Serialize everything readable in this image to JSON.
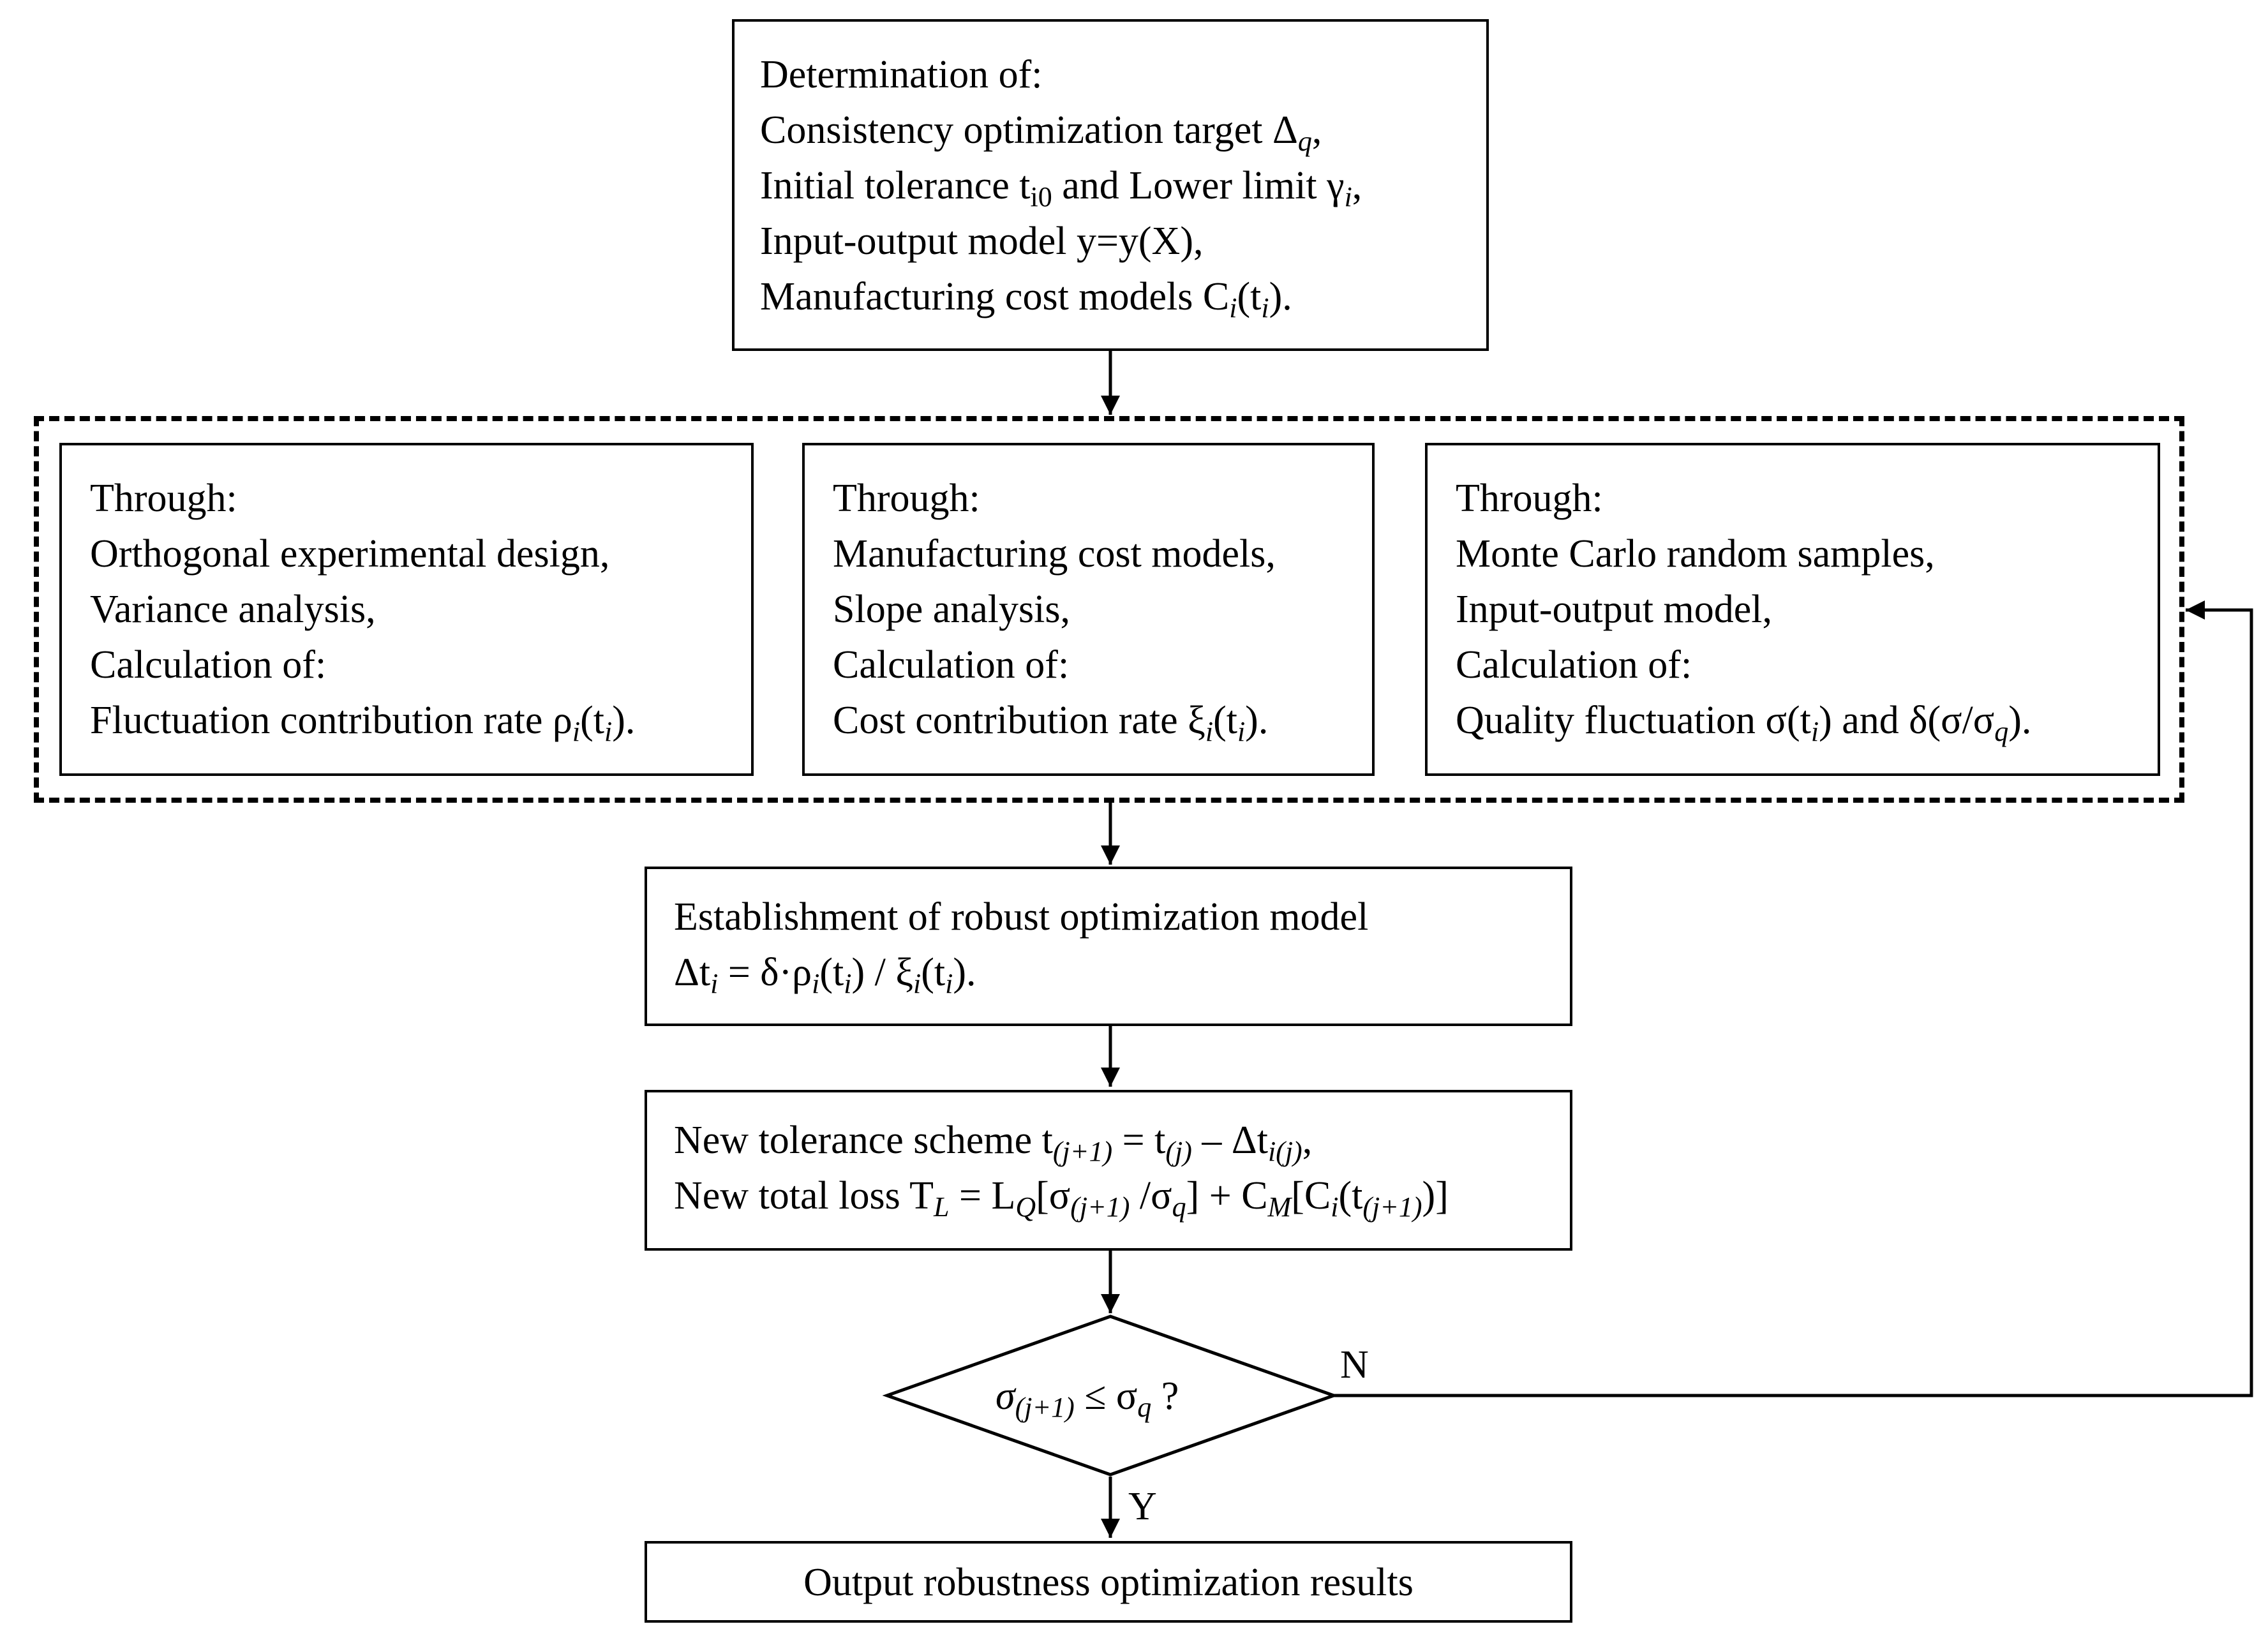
{
  "top_box": {
    "heading": "Determination of:",
    "line1": "Consistency optimization target Δ",
    "line1_sub": "q",
    "line1_end": ",",
    "line2": "Initial tolerance t",
    "line2_sub": "i0",
    "line2_mid": " and Lower limit γ",
    "line2_sub2": "i",
    "line2_end": ",",
    "line3": "Input-output model y=y(X),",
    "line4": "Manufacturing cost models C",
    "line4_sub": "i",
    "line4_mid": "(t",
    "line4_sub2": "i",
    "line4_end": ")."
  },
  "left_box": {
    "heading": "Through:",
    "line1": "Orthogonal experimental design,",
    "line2": "Variance analysis,",
    "line3": "Calculation of:",
    "line4": "Fluctuation contribution rate ρ",
    "line4_sub": "i",
    "line4_mid": "(t",
    "line4_sub2": "i",
    "line4_end": ")."
  },
  "middle_box": {
    "heading": "Through:",
    "line1": "Manufacturing cost models,",
    "line2": "Slope analysis,",
    "line3": "Calculation of:",
    "line4": "Cost contribution rate ξ",
    "line4_sub": "i",
    "line4_mid": "(t",
    "line4_sub2": "i",
    "line4_end": ")."
  },
  "right_box": {
    "heading": "Through:",
    "line1": "Monte Carlo random samples,",
    "line2": "Input-output model,",
    "line3": "Calculation of:",
    "line4": "Quality fluctuation σ(t",
    "line4_sub": "i",
    "line4_mid": ") and δ(σ/σ",
    "line4_sub2": "q",
    "line4_end": ")."
  },
  "establish_box": {
    "line1": "Establishment of robust optimization model",
    "line2a": "Δt",
    "line2a_sub": "i",
    "line2b": " = δ·ρ",
    "line2b_sub": "i",
    "line2c": "(t",
    "line2c_sub": "i",
    "line2d": ") / ξ",
    "line2d_sub": "i",
    "line2e": "(t",
    "line2e_sub": "i",
    "line2f": ")."
  },
  "new_box": {
    "line1a": "New tolerance scheme t",
    "line1a_sub": "(j+1)",
    "line1b": " = t",
    "line1b_sub": "(j)",
    "line1c": " – Δt",
    "line1c_sub": "i(j)",
    "line1d": ",",
    "line2a": "New total loss T",
    "line2a_sub": "L",
    "line2b": " = L",
    "line2b_sub": "Q",
    "line2c": "[σ",
    "line2c_sub": "(j+1)",
    "line2d": " /σ",
    "line2d_sub": "q",
    "line2e": "] + C",
    "line2e_sub": "M",
    "line2f": "[C",
    "line2f_sub": "i",
    "line2g": "(t",
    "line2g_sub": "(j+1)",
    "line2h": ")]"
  },
  "decision": {
    "part1": "σ",
    "part1_sub": "(j+1)",
    "part2": "  ≤ σ",
    "part2_sub": "q",
    "part3": " ?"
  },
  "labels": {
    "no": "N",
    "yes": "Y"
  },
  "output_box": {
    "text": "Output robustness optimization results"
  }
}
